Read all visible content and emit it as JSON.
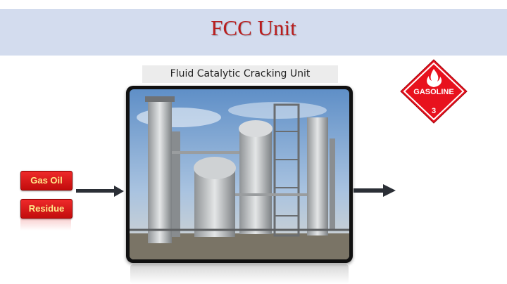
{
  "header": {
    "title": "FCC Unit"
  },
  "diagram": {
    "caption": "Fluid Catalytic Cracking Unit",
    "inputs": [
      "Gas Oil",
      "Residue"
    ]
  },
  "hazard_placard": {
    "label": "GASOLINE",
    "class_number": "3",
    "icon": "flame-icon"
  },
  "colors": {
    "title_band": "#d3dcee",
    "title_text": "#b91d1d",
    "input_box": "#d81b1b",
    "input_text": "#ffe98a",
    "placard": "#e8111d"
  }
}
